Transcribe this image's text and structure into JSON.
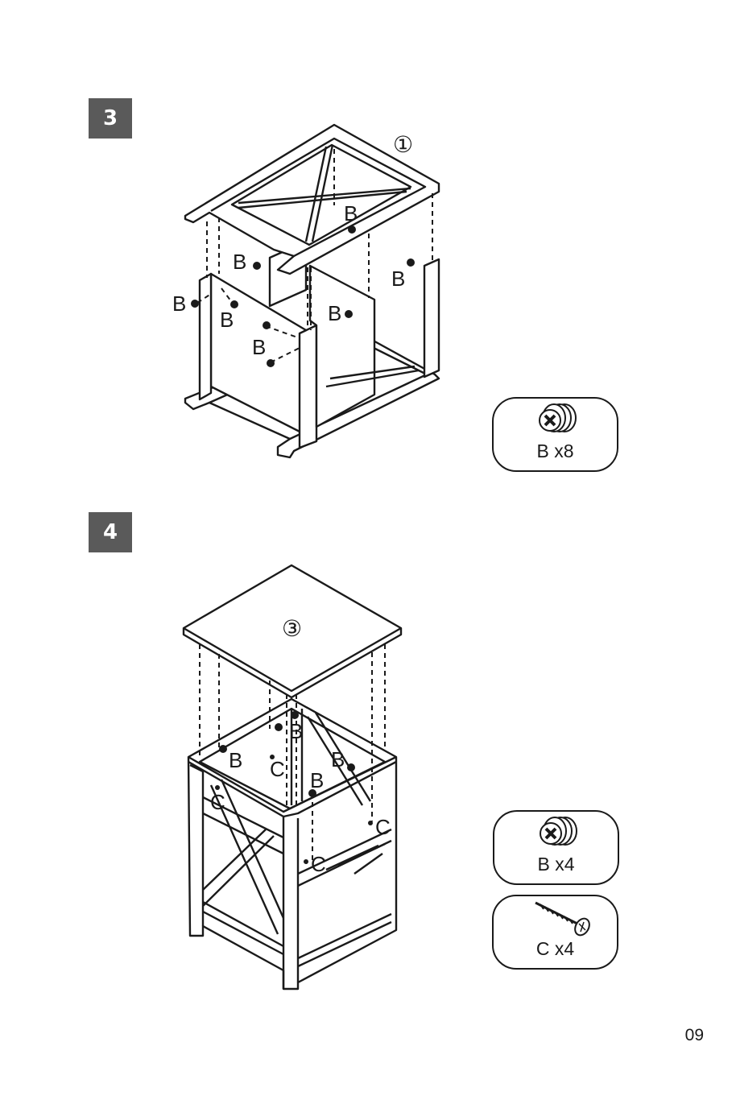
{
  "steps": [
    {
      "number": "3",
      "part_ref": "①",
      "hardware_label": "B"
    },
    {
      "number": "4",
      "part_ref": "③",
      "hardware_labels": [
        "B",
        "C"
      ]
    }
  ],
  "parts_boxes": [
    {
      "label": "B x8",
      "icon": "cam-lock-bolt-icon"
    },
    {
      "label": "B x4",
      "icon": "cam-lock-bolt-icon"
    },
    {
      "label": "C x4",
      "icon": "wood-screw-icon"
    }
  ],
  "page_number": "09"
}
